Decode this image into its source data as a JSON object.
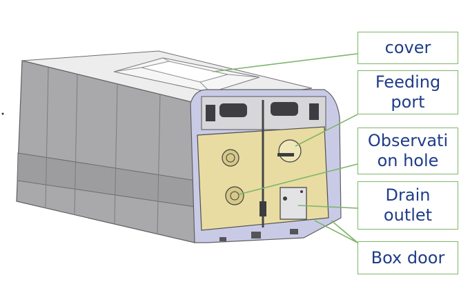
{
  "labels": {
    "cover": "cover",
    "feeding_port": "Feeding\nport",
    "observation_hole": "Observati\non hole",
    "drain_outlet": "Drain\noutlet",
    "box_door": "Box door"
  },
  "colors": {
    "callout_border": "#7fb46a",
    "callout_text": "#1f3c88",
    "leader_line": "#7fb46a",
    "box_gray": "#a9a9ab",
    "box_side": "#c7c7c9",
    "door_panel": "#e8dca2",
    "trim_lavender": "#c9cbe6"
  }
}
